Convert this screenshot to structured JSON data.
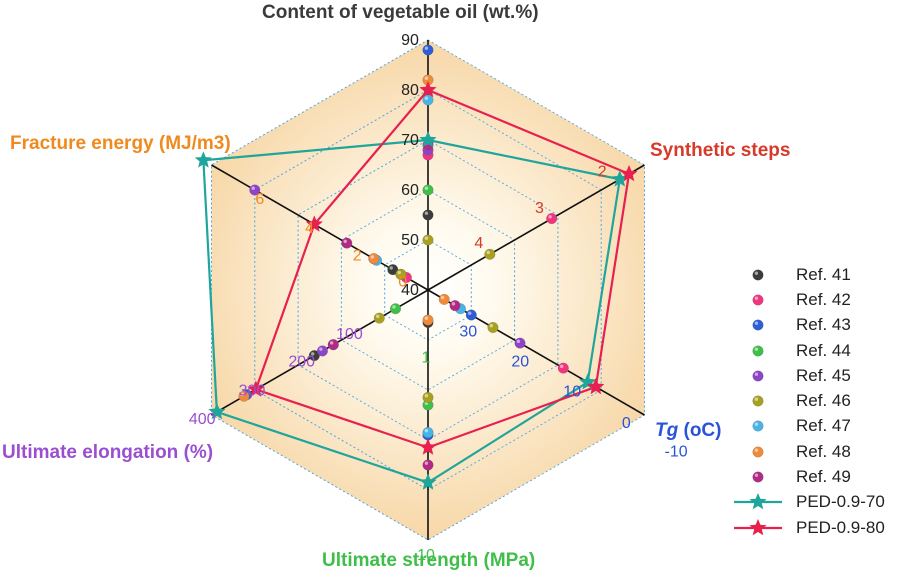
{
  "chart_data": {
    "type": "radar",
    "axes": [
      {
        "key": "oil",
        "title": "Content of vegetable oil (wt.%)",
        "title_color": "#3a3a3a",
        "tick_color": "#222222",
        "range": [
          40,
          90
        ],
        "ticks": [
          90,
          80,
          70,
          60,
          50,
          40
        ]
      },
      {
        "key": "steps",
        "title": "Synthetic steps",
        "title_color": "#d63a2a",
        "tick_color": "#d63a2a",
        "range": [
          5,
          1.5
        ],
        "ticks": [
          4,
          3,
          2
        ]
      },
      {
        "key": "tg",
        "title_prefix": "Tg",
        "title_suffix": "(oC)",
        "title_color": "#2a54d8",
        "tick_color": "#2a54d8",
        "range": [
          30,
          -10
        ],
        "ticks": [
          20,
          10,
          0,
          -10
        ]
      },
      {
        "key": "strength",
        "title": "Ultimate strength (MPa)",
        "title_color": "#3fbf4a",
        "tick_color": "#3fbf4a",
        "range": [
          0,
          10
        ],
        "ticks": [
          1,
          10
        ]
      },
      {
        "key": "elong",
        "title": "Ultimate elongation (%)",
        "title_color": "#9b4fd0",
        "tick_color": "#9b4fd0",
        "range": [
          0,
          400
        ],
        "ticks": [
          100,
          200,
          300,
          400
        ]
      },
      {
        "key": "frac",
        "title": "Fracture energy (MJ/m3)",
        "title_color": "#f08a1e",
        "tick_color": "#f08a1e",
        "range": [
          0,
          8
        ],
        "ticks": [
          0,
          2,
          4,
          6
        ]
      }
    ],
    "tick_labels": {
      "oil": [
        "90",
        "80",
        "70",
        "60",
        "50",
        "40"
      ],
      "steps": [
        "4",
        "3",
        "2"
      ],
      "tg": [
        "30",
        "20",
        "10",
        "0",
        "-10"
      ],
      "strength": [
        "1",
        "10"
      ],
      "elong": [
        "100",
        "200",
        "300",
        "400"
      ],
      "frac": [
        "0",
        "2",
        "4",
        "6"
      ]
    },
    "series": [
      {
        "name": "Ref. 41",
        "color": "#3c3c3c",
        "marker": "dot",
        "values": {
          "oil": 55,
          "strength": 1.3,
          "elong": 210,
          "frac": 1.3
        }
      },
      {
        "name": "Ref. 42",
        "color": "#f0357e",
        "marker": "dot",
        "values": {
          "oil": 67,
          "steps": 3.0,
          "tg": 5,
          "frac": 0.8
        }
      },
      {
        "name": "Ref. 43",
        "color": "#2d5ed8",
        "marker": "dot",
        "values": {
          "oil": 88,
          "tg": 22,
          "strength": 5.8,
          "elong": 335,
          "frac": 2.0
        }
      },
      {
        "name": "Ref. 44",
        "color": "#3fbf4a",
        "marker": "dot",
        "values": {
          "oil": 60,
          "strength": 4.6,
          "elong": 60,
          "frac": 1.0
        }
      },
      {
        "name": "Ref. 45",
        "color": "#8e44c8",
        "marker": "dot",
        "values": {
          "oil": 68,
          "tg": 13,
          "elong": 195,
          "frac": 6.4
        }
      },
      {
        "name": "Ref. 46",
        "color": "#a8a020",
        "marker": "dot",
        "values": {
          "oil": 50,
          "steps": 4.0,
          "tg": 18,
          "strength": 4.3,
          "elong": 90,
          "frac": 1.0
        }
      },
      {
        "name": "Ref. 47",
        "color": "#48b4e6",
        "marker": "dot",
        "values": {
          "oil": 78,
          "tg": 24,
          "strength": 5.7,
          "elong": 175,
          "frac": 1.9
        }
      },
      {
        "name": "Ref. 48",
        "color": "#f08a3a",
        "marker": "dot",
        "values": {
          "oil": 82,
          "tg": 27,
          "strength": 1.2,
          "elong": 340,
          "frac": 2.0
        }
      },
      {
        "name": "Ref. 49",
        "color": "#b02a86",
        "marker": "dot",
        "values": {
          "oil": 69,
          "tg": 25,
          "strength": 7.0,
          "elong": 175,
          "frac": 3.0
        }
      },
      {
        "name": "PED-0.9-70",
        "color": "#1fa59b",
        "marker": "star",
        "line": true,
        "values": {
          "oil": 70,
          "steps": 1.9,
          "tg": 0.5,
          "strength": 7.7,
          "elong": 390,
          "frac": 8.3
        }
      },
      {
        "name": "PED-0.9-80",
        "color": "#e8204f",
        "marker": "star",
        "line": true,
        "values": {
          "oil": 80,
          "steps": 1.75,
          "tg": -1,
          "strength": 6.3,
          "elong": 318,
          "frac": 4.2
        }
      }
    ]
  }
}
